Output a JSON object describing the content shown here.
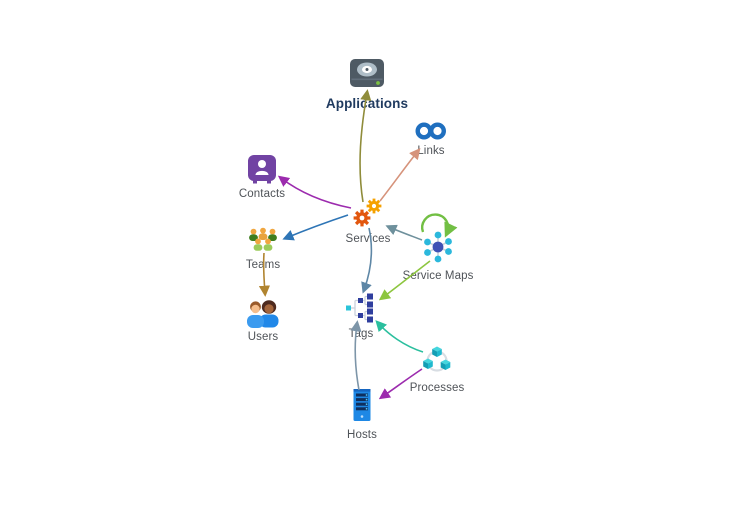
{
  "diagram": {
    "title_hint": "entity relationship map",
    "nodes": [
      {
        "id": "applications",
        "label": "Applications",
        "icon": "hard-drive-icon",
        "emphasis": true
      },
      {
        "id": "links",
        "label": "Links",
        "icon": "link-chain-icon"
      },
      {
        "id": "contacts",
        "label": "Contacts",
        "icon": "contact-badge-icon"
      },
      {
        "id": "services",
        "label": "Services",
        "icon": "gears-icon"
      },
      {
        "id": "service_maps",
        "label": "Service Maps",
        "icon": "cluster-icon"
      },
      {
        "id": "teams",
        "label": "Teams",
        "icon": "people-group-icon"
      },
      {
        "id": "users",
        "label": "Users",
        "icon": "users-pair-icon"
      },
      {
        "id": "tags",
        "label": "Tags",
        "icon": "tree-hierarchy-icon"
      },
      {
        "id": "processes",
        "label": "Processes",
        "icon": "cubes-icon"
      },
      {
        "id": "hosts",
        "label": "Hosts",
        "icon": "server-tower-icon"
      }
    ],
    "edges": [
      {
        "from": "services",
        "to": "applications",
        "color": "#8f8c3a"
      },
      {
        "from": "services",
        "to": "links",
        "color": "#d6937b"
      },
      {
        "from": "services",
        "to": "contacts",
        "color": "#9c2bae"
      },
      {
        "from": "services",
        "to": "teams",
        "color": "#2e75b6"
      },
      {
        "from": "teams",
        "to": "users",
        "color": "#b08430"
      },
      {
        "from": "service_maps",
        "to": "services",
        "color": "#6e909c"
      },
      {
        "from": "service_maps",
        "to": "service_maps",
        "color": "#72bf44",
        "type": "self-loop"
      },
      {
        "from": "service_maps",
        "to": "tags",
        "color": "#8dc63f"
      },
      {
        "from": "services",
        "to": "tags",
        "color": "#5e87a6"
      },
      {
        "from": "processes",
        "to": "tags",
        "color": "#2bbf9e"
      },
      {
        "from": "processes",
        "to": "hosts",
        "color": "#9c2bae"
      },
      {
        "from": "hosts",
        "to": "tags",
        "color": "#7d95a8"
      }
    ],
    "palette": {
      "gear_primary": "#f5a100",
      "gear_secondary": "#e2570e",
      "links_blue": "#1f6fbf",
      "contacts_purple": "#7143a3",
      "cluster_center": "#3f51b5",
      "cluster_node": "#2bb8dc",
      "tags_blue": "#2f3e9e",
      "tags_cyan": "#2bc4d9",
      "host_blue": "#1e88e5",
      "label_color": "#4f5358",
      "title_color": "#1f3a5f"
    }
  }
}
